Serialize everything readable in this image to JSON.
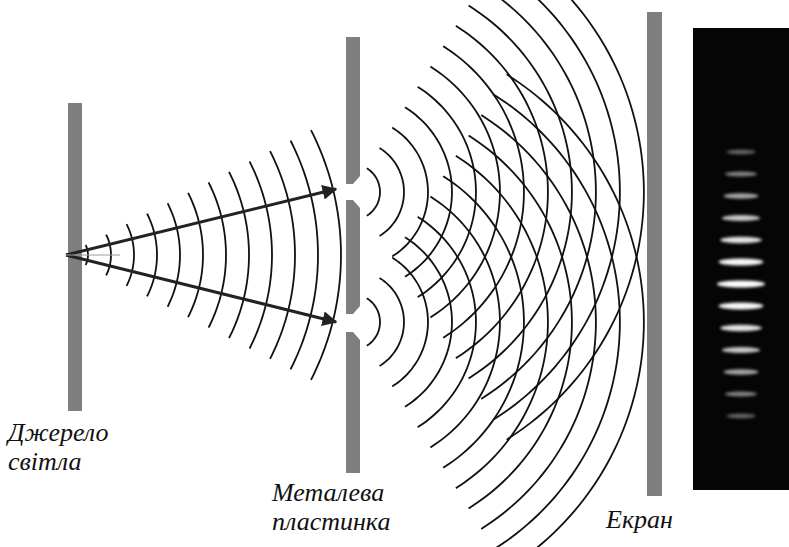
{
  "diagram": {
    "labels": [
      "Джерело світла",
      "Металева пластинка",
      "Екран"
    ]
  }
}
